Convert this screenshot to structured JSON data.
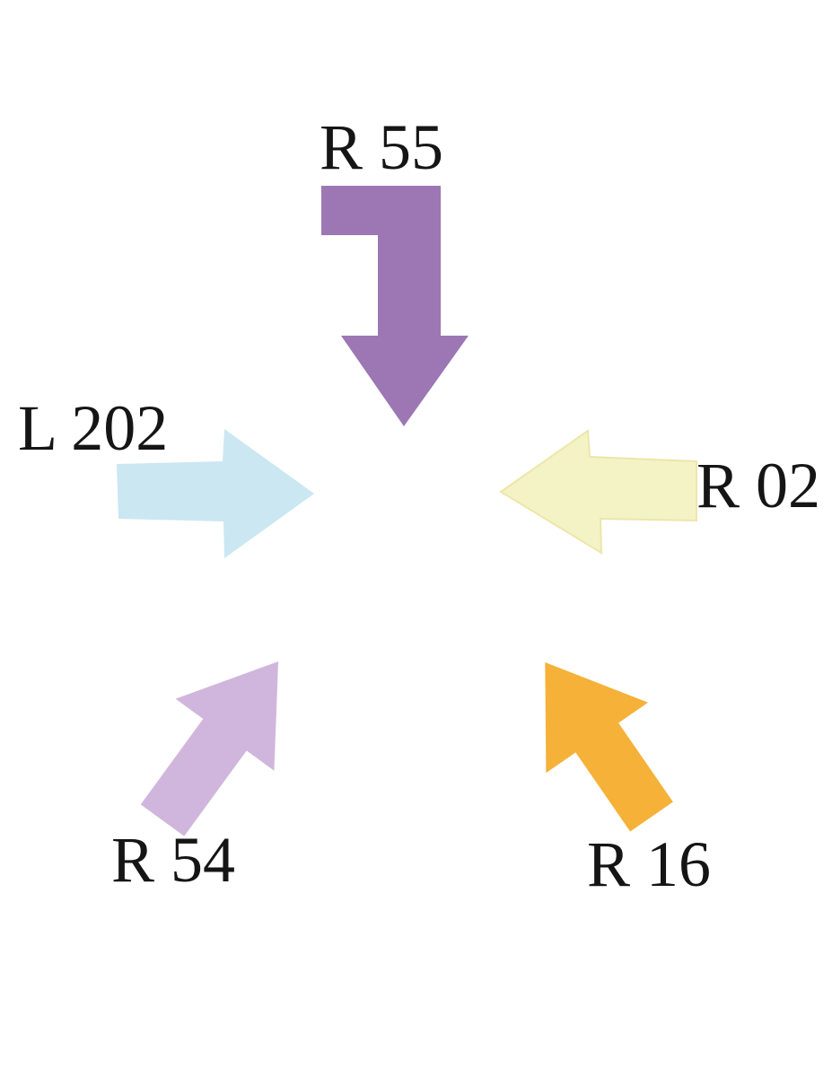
{
  "figure": {
    "background": "#ffffff",
    "text_color": "#151515"
  },
  "arrows": [
    {
      "label": "R 55",
      "color": "#9C77B4",
      "direction": "down",
      "position": "top",
      "shape": "bent-elbow-arrow"
    },
    {
      "label": "L 202",
      "color": "#CBE7F2",
      "direction": "right",
      "position": "left",
      "shape": "straight-arrow"
    },
    {
      "label": "R 02",
      "color": "#F4F3C6",
      "direction": "left",
      "position": "right",
      "shape": "straight-arrow"
    },
    {
      "label": "R 54",
      "color": "#D0B6DC",
      "direction": "up-right",
      "position": "bottom-left",
      "shape": "straight-arrow"
    },
    {
      "label": "R 16",
      "color": "#F5B138",
      "direction": "up-left",
      "position": "bottom-right",
      "shape": "straight-arrow"
    }
  ]
}
